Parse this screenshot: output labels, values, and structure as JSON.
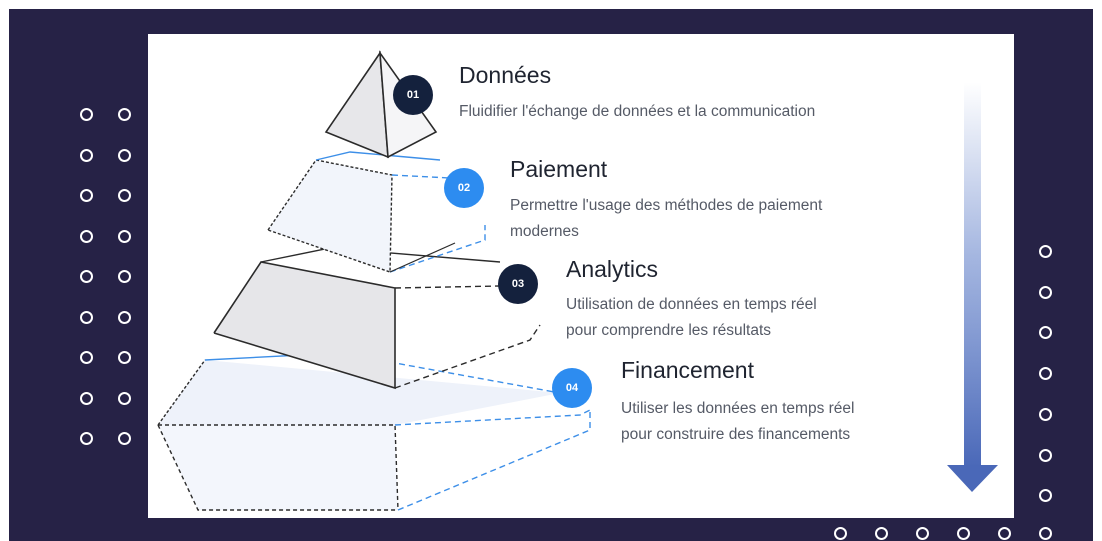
{
  "colors": {
    "frame_bg": "#262246",
    "card_bg": "#ffffff",
    "badge_dark": "#14213d",
    "badge_blue": "#2d8cf0",
    "arrow": "#5b7bc7",
    "outline_dark": "#2b2b2b",
    "outline_blue": "#3d8fe8"
  },
  "levels": [
    {
      "number": "01",
      "title": "Données",
      "description_lines": [
        "Fluidifier l'échange de données et la communication"
      ],
      "badge_style": "dark"
    },
    {
      "number": "02",
      "title": "Paiement",
      "description_lines": [
        "Permettre l'usage des méthodes de paiement",
        "modernes"
      ],
      "badge_style": "blue"
    },
    {
      "number": "03",
      "title": "Analytics",
      "description_lines": [
        "Utilisation de données en temps réel",
        "pour comprendre les résultats"
      ],
      "badge_style": "dark"
    },
    {
      "number": "04",
      "title": "Financement",
      "description_lines": [
        "Utiliser les données en temps réel",
        "pour construire des financements"
      ],
      "badge_style": "blue"
    }
  ],
  "decor": {
    "arrow_icon": "arrow-down-icon",
    "dot_pattern": "circle-outline-icon"
  }
}
